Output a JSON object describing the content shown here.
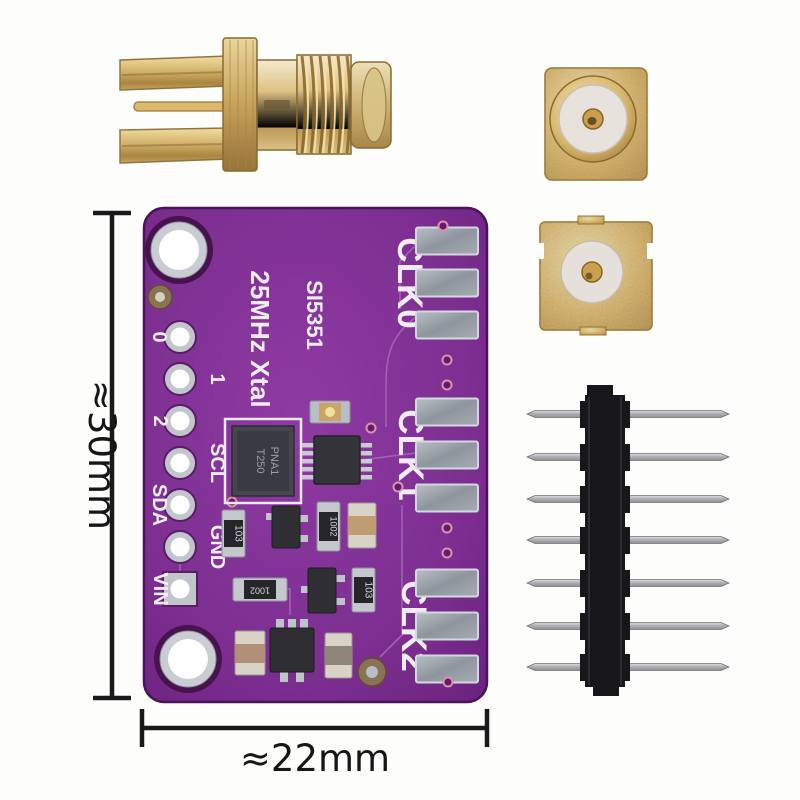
{
  "scene": {
    "description": "Product photo of CJMCU Si5351 clock generator breakout module with SMA edge connector, SMA jack top view, U.FL connector and 1x7 pin header",
    "background_color": "#fdfdfc"
  },
  "dimensions": {
    "height_label": "≈30mm",
    "width_label": "≈22mm",
    "line_color": "#1a1a1a"
  },
  "pcb": {
    "silkscreen": {
      "freq_label": "25MHz Xtal",
      "chip_label": "SI5351"
    },
    "clk_labels": [
      "CLK0",
      "CLK1",
      "CLK2"
    ],
    "pin_labels": [
      "0",
      "1",
      "2",
      "SCL",
      "SDA",
      "GND",
      "VIN"
    ],
    "component_markings": {
      "crystal": [
        "T250",
        "PNA1"
      ],
      "resistors": [
        "103",
        "1002",
        "1002",
        "103"
      ]
    },
    "colors": {
      "board": "#7d2f91",
      "board_edge": "#4a1458",
      "silkscreen": "#f0ecf2",
      "pad_silver": "#9aa0a8",
      "via_ring": "#e090a8"
    }
  },
  "parts": {
    "sma_edge_connector": "SMA edge-mount female connector",
    "sma_jack_top": "SMA jack top view",
    "ufl_connector": "U.FL coaxial connector",
    "pin_header": "1x7 male pin header",
    "pin_header_pin_count": 7,
    "gold_color": "#cfa95f",
    "header_body_color": "#17171a",
    "header_pin_color": "#b5b7ba"
  }
}
